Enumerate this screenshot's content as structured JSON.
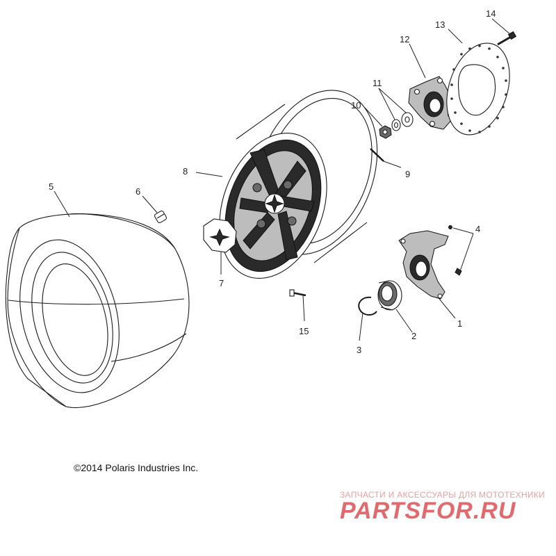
{
  "copyright": "©2014 Polaris Industries Inc.",
  "watermark": {
    "tagline": "ЗАПЧАСТИ И АКСЕССУАРЫ ДЛЯ МОТОТЕХНИКИ",
    "logo": "PARTSFOR.RU"
  },
  "labels": {
    "p1": "1",
    "p2": "2",
    "p3": "3",
    "p4": "4",
    "p5": "5",
    "p6": "6",
    "p7": "7",
    "p8": "8",
    "p9": "9",
    "p10": "10",
    "p11": "11",
    "p12": "12",
    "p13": "13",
    "p14": "14",
    "p15": "15"
  }
}
